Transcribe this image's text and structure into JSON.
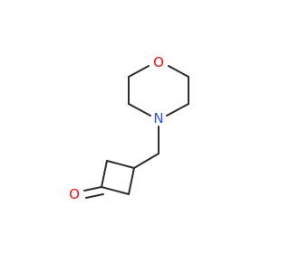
{
  "molecule": {
    "atoms": {
      "ring_oxygen": {
        "symbol": "O",
        "color": "#ff0d0d"
      },
      "ring_nitrogen": {
        "symbol": "N",
        "color": "#3050f8"
      },
      "ketone_oxygen": {
        "symbol": "O",
        "color": "#ff0d0d"
      }
    },
    "bond_color": "#2d2d2d"
  }
}
